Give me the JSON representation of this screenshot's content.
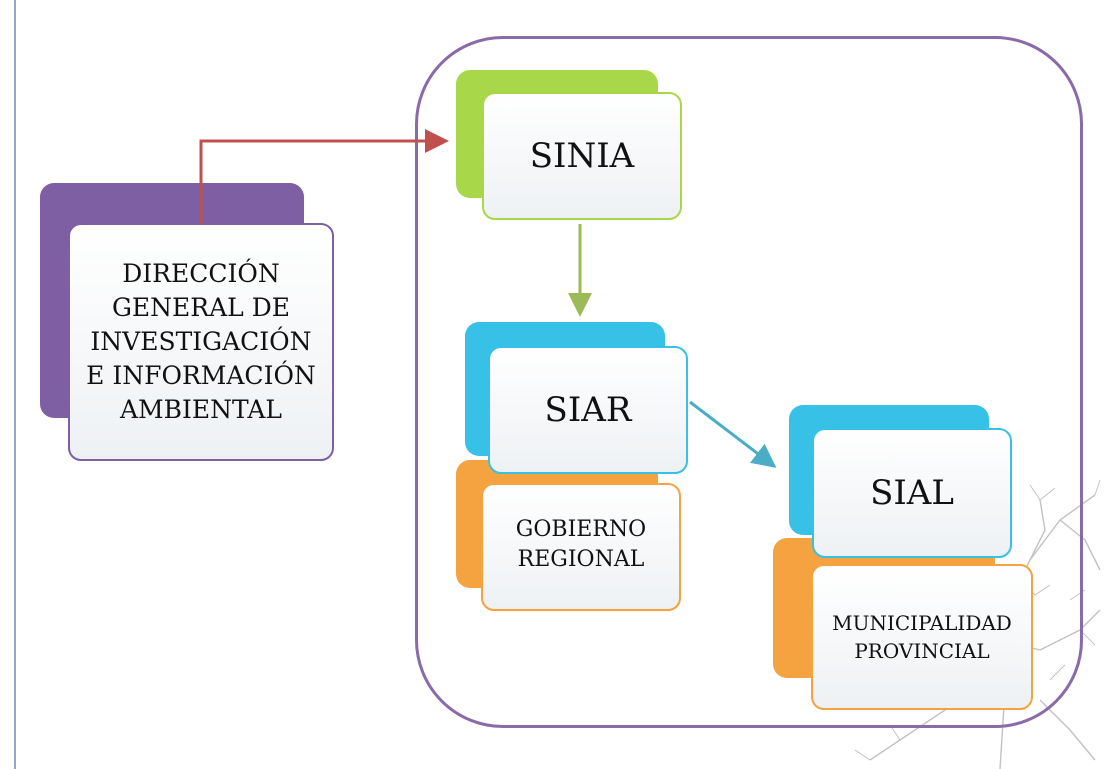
{
  "nodes": {
    "direccion": {
      "lines": [
        "DIRECCIÓN",
        "GENERAL DE",
        "INVESTIGACIÓN",
        "E INFORMACIÓN",
        "AMBIENTAL"
      ]
    },
    "sinia": {
      "label": "SINIA"
    },
    "siar": {
      "label": "SIAR"
    },
    "gobierno": {
      "lines": [
        "GOBIERNO",
        "REGIONAL"
      ]
    },
    "sial": {
      "label": "SIAL"
    },
    "municipalidad": {
      "lines": [
        "MUNICIPALIDAD",
        "PROVINCIAL"
      ]
    }
  },
  "colors": {
    "frame": "#8a6aa8",
    "direccion_back": "#7e5fa3",
    "sinia_back": "#a8d84a",
    "system_back": "#38c1e6",
    "local_back": "#f4a340",
    "arrow_direccion_sinia": "#c0504d",
    "arrow_sinia_siar": "#9bbb59",
    "arrow_siar_sial": "#4bacc6",
    "margin_rule": "#8fa9cc"
  }
}
